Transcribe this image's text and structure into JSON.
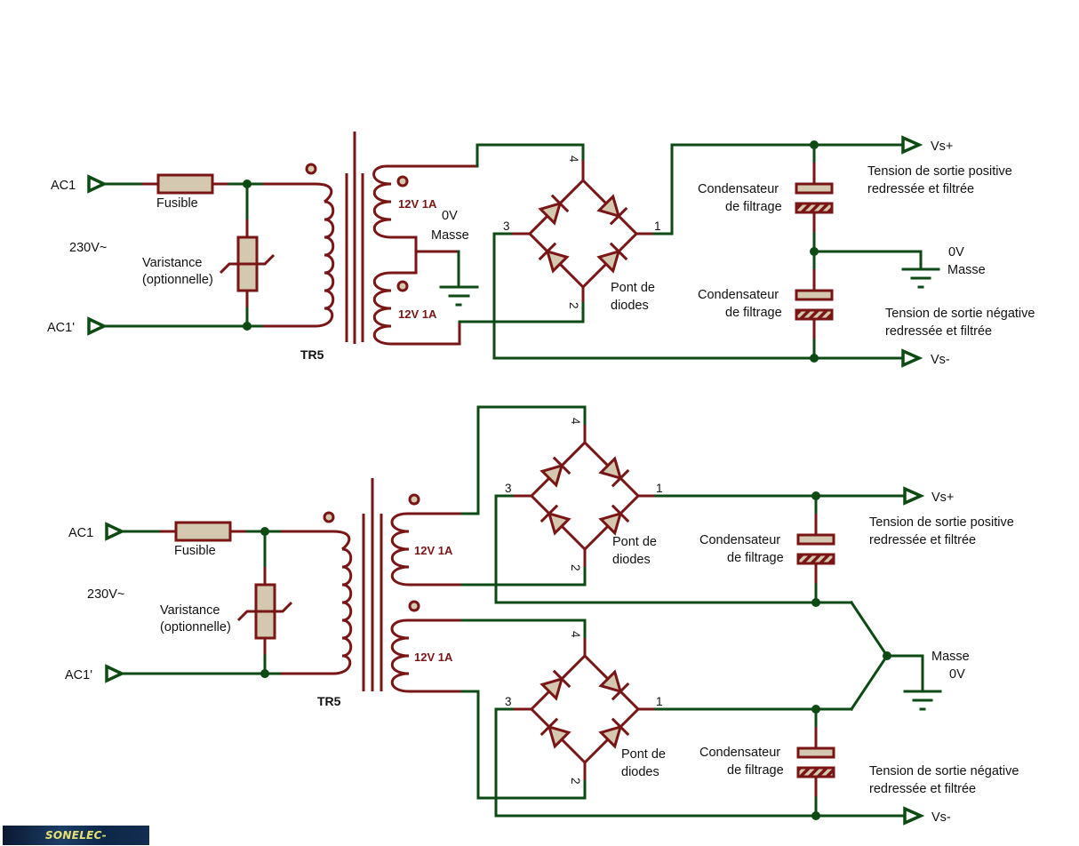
{
  "title": "Alimentation symétrique - transformateur à point milieu et double pont de diodes",
  "circuits": [
    {
      "id": "top",
      "input_terminals": [
        "AC1",
        "AC1'"
      ],
      "mains_label": "230V~",
      "fuse_label": "Fusible",
      "varistor_label": [
        "Varistance",
        "(optionnelle)"
      ],
      "transformer_ref": "TR5",
      "secondaries": [
        "12V 1A",
        "12V 1A"
      ],
      "center_tap_label": [
        "0V",
        "Masse"
      ],
      "bridge_label": [
        "Pont de",
        "diodes"
      ],
      "bridge_pins": [
        "1",
        "2",
        "3",
        "4"
      ],
      "cap_labels": [
        [
          "Condensateur",
          "de filtrage"
        ],
        [
          "Condensateur",
          "de filtrage"
        ]
      ],
      "ground_label": [
        "0V",
        "Masse"
      ],
      "outputs": [
        "Vs+",
        "Vs-"
      ],
      "pos_desc": [
        "Tension de sortie positive",
        "redressée et filtrée"
      ],
      "neg_desc": [
        "Tension de sortie négative",
        "redressée et filtrée"
      ]
    },
    {
      "id": "bottom",
      "input_terminals": [
        "AC1",
        "AC1'"
      ],
      "mains_label": "230V~",
      "fuse_label": "Fusible",
      "varistor_label": [
        "Varistance",
        "(optionnelle)"
      ],
      "transformer_ref": "TR5",
      "secondaries": [
        "12V 1A",
        "12V 1A"
      ],
      "bridge_label": [
        "Pont de",
        "diodes"
      ],
      "bridge_pins": [
        "1",
        "2",
        "3",
        "4"
      ],
      "cap_labels": [
        [
          "Condensateur",
          "de filtrage"
        ],
        [
          "Condensateur",
          "de filtrage"
        ]
      ],
      "ground_label": [
        "Masse",
        "0V"
      ],
      "outputs": [
        "Vs+",
        "Vs-"
      ],
      "pos_desc": [
        "Tension de sortie positive",
        "redressée et filtrée"
      ],
      "neg_desc": [
        "Tension de sortie négative",
        "redressée et filtrée"
      ]
    }
  ],
  "watermark": "SONELEC-MUSIQUE.COM",
  "colors": {
    "wire": "#0d4a14",
    "component": "#7a1515",
    "fill": "#d4c8b0"
  }
}
